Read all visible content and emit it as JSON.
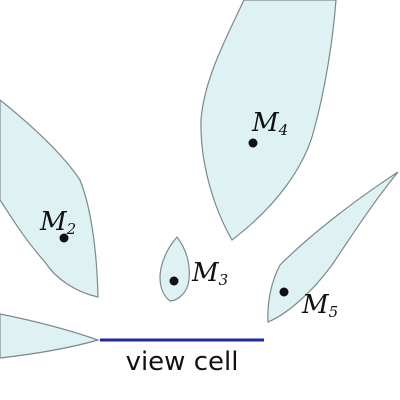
{
  "diagram": {
    "objects": [
      {
        "id": "m1",
        "label": "",
        "sub": ""
      },
      {
        "id": "m2",
        "label": "M",
        "sub": "2"
      },
      {
        "id": "m3",
        "label": "M",
        "sub": "3"
      },
      {
        "id": "m4",
        "label": "M",
        "sub": "4"
      },
      {
        "id": "m5",
        "label": "M",
        "sub": "5"
      }
    ],
    "view_cell": {
      "caption": "view cell",
      "color": "#1f2a9c"
    },
    "colors": {
      "object_fill": "#dff2f3",
      "object_stroke": "#7a8a8c",
      "point": "#111111"
    }
  }
}
